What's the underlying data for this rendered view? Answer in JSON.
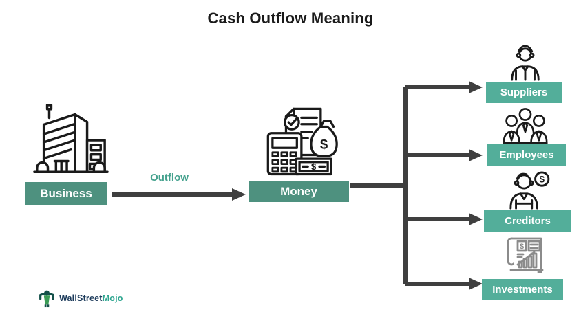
{
  "title": "Cash Outflow Meaning",
  "colors": {
    "source_hub_box": "#4E917F",
    "destination_box": "#53AE9A",
    "arrow": "#3F3F3F",
    "outflow_text": "#45A28E",
    "icon_outline": "#1A1A1A",
    "investments_icon_outline": "#8B8B8B",
    "logo_navy": "#1B3A5A",
    "logo_teal": "#2FA690",
    "background": "#FFFFFF"
  },
  "flow": {
    "source": {
      "label": "Business",
      "icon": "building-icon"
    },
    "edge_label": "Outflow",
    "hub": {
      "label": "Money",
      "icon": "money-calculator-icon"
    },
    "destinations": [
      {
        "label": "Suppliers",
        "icon": "supplier-person-icon"
      },
      {
        "label": "Employees",
        "icon": "employees-group-icon"
      },
      {
        "label": "Creditors",
        "icon": "creditor-dollar-icon"
      },
      {
        "label": "Investments",
        "icon": "investment-chart-icon"
      }
    ]
  },
  "glyphs": {
    "dollar": "$"
  },
  "logo": {
    "brand_first": "WallStreet",
    "brand_second": "Mojo",
    "icon": "wallstreetmojo-mascot-icon"
  }
}
